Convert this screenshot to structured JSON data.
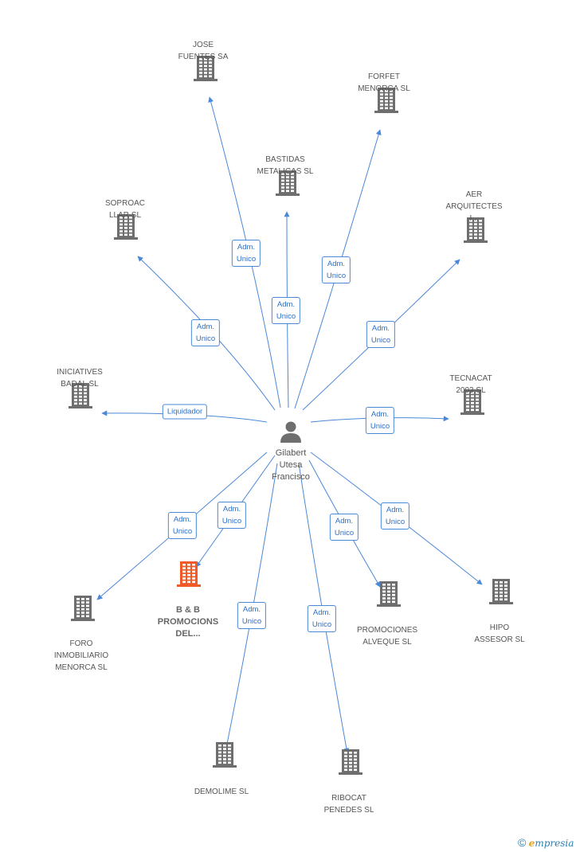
{
  "center": {
    "label": "Gilabert\nUtesa\nFrancisco"
  },
  "nodes": [
    {
      "id": "jose-fuentes",
      "label": "JOSE\nFUENTES SA",
      "role": "Adm.\nUnico",
      "highlight": false
    },
    {
      "id": "forfet-menorca",
      "label": "FORFET\nMENORCA SL",
      "role": "Adm.\nUnico",
      "highlight": false
    },
    {
      "id": "bastidas-metalicas",
      "label": "BASTIDAS\nMETALICAS SL",
      "role": "Adm.\nUnico",
      "highlight": false
    },
    {
      "id": "soproac-llar",
      "label": "SOPROAC\nLLAR SL",
      "role": "Adm.\nUnico",
      "highlight": false
    },
    {
      "id": "aer-arquitectes",
      "label": "AER\nARQUITECTES\nI...",
      "role": "Adm.\nUnico",
      "highlight": false
    },
    {
      "id": "iniciatives-badal",
      "label": "INICIATIVES\nBADAL SL",
      "role": "Liquidador",
      "highlight": false
    },
    {
      "id": "tecnacat-2003",
      "label": "TECNACAT\n2003 SL",
      "role": "Adm.\nUnico",
      "highlight": false
    },
    {
      "id": "foro-inmobiliario",
      "label": "FORO\nINMOBILIARIO\nMENORCA SL",
      "role": "Adm.\nUnico",
      "highlight": false
    },
    {
      "id": "bb-promocions",
      "label": "B & B\nPROMOCIONS\nDEL...",
      "role": "Adm.\nUnico",
      "highlight": true
    },
    {
      "id": "promociones-alveque",
      "label": "PROMOCIONES\nALVEQUE SL",
      "role": "Adm.\nUnico",
      "highlight": false
    },
    {
      "id": "hipo-assesor",
      "label": "HIPO\nASSESOR SL",
      "role": "Adm.\nUnico",
      "highlight": false
    },
    {
      "id": "demolime",
      "label": "DEMOLIME SL",
      "role": "Adm.\nUnico",
      "highlight": false
    },
    {
      "id": "ribocat-penedes",
      "label": "RIBOCAT\nPENEDES SL",
      "role": "Adm.\nUnico",
      "highlight": false
    }
  ],
  "colors": {
    "edge": "#4a88d8",
    "building": "#6e6e6e",
    "building_highlight": "#f05a28",
    "person": "#6e6e6e"
  },
  "brand": {
    "copyright": "©",
    "first_letter": "e",
    "rest": "mpresia"
  }
}
